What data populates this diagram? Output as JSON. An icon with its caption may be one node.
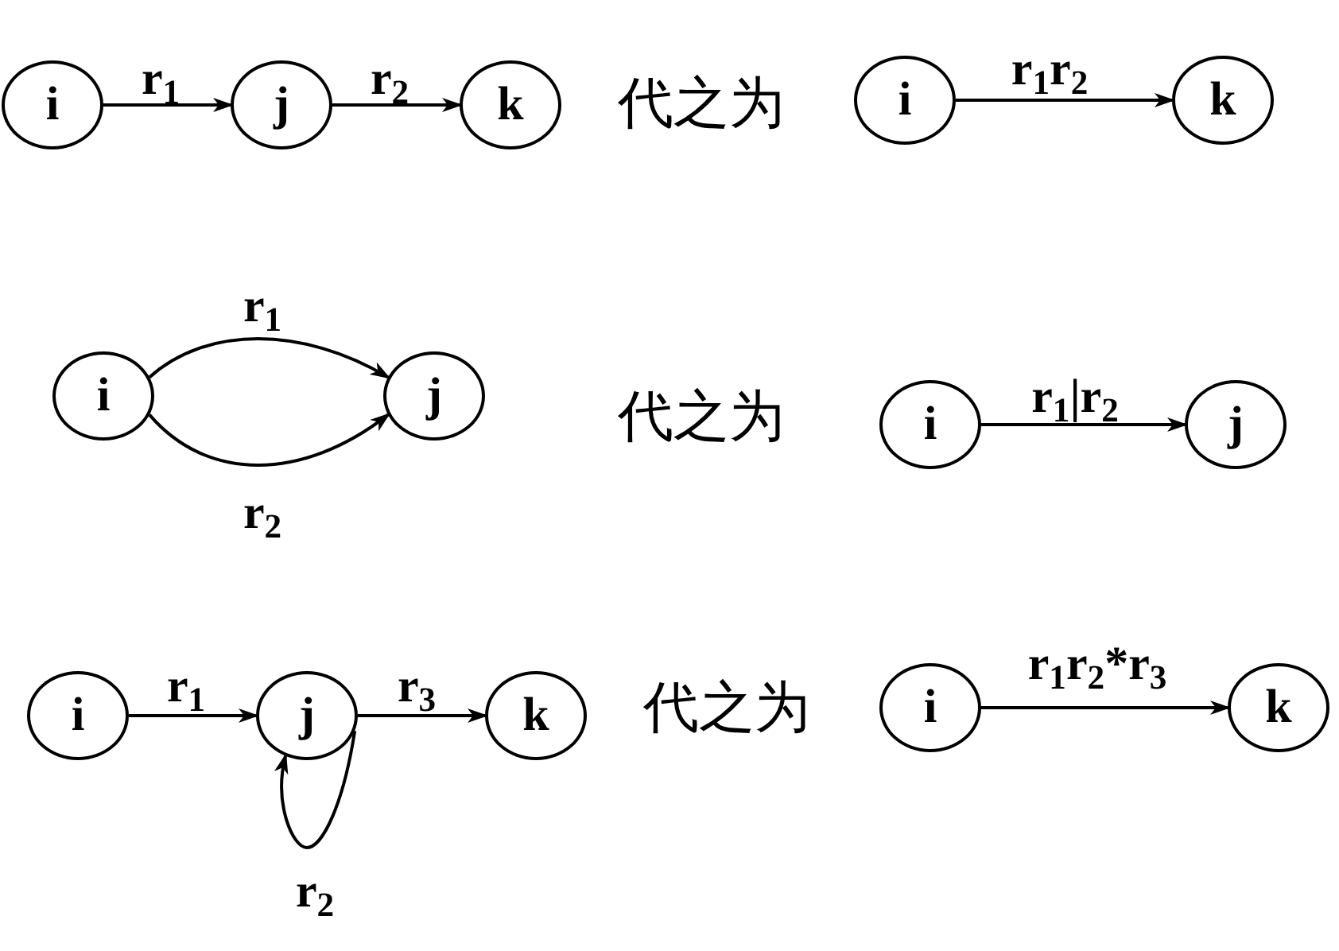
{
  "diagram": {
    "nodes": [
      {
        "text": [
          "i"
        ]
      },
      {
        "text": [
          "j"
        ]
      },
      {
        "text": [
          "k"
        ]
      },
      {
        "text": [
          "i"
        ]
      },
      {
        "text": [
          "k"
        ]
      },
      {
        "text": [
          "i"
        ]
      },
      {
        "text": [
          "j"
        ]
      },
      {
        "text": [
          "i"
        ]
      },
      {
        "text": [
          "j"
        ]
      },
      {
        "text": [
          "i"
        ]
      },
      {
        "text": [
          "j"
        ]
      },
      {
        "text": [
          "k"
        ]
      },
      {
        "text": [
          "i"
        ]
      },
      {
        "text": [
          "k"
        ]
      }
    ],
    "edges": [
      {
        "from": 0,
        "to": 1,
        "arrow": "to",
        "label": "r$_{1}$"
      },
      {
        "from": 1,
        "to": 2,
        "arrow": "to",
        "label": "r$_{2}$"
      },
      {
        "from": 3,
        "to": 4,
        "arrow": "to",
        "label": "r$_{1}$r$_{2}$"
      },
      {
        "from": 5,
        "to": 6,
        "arrow": "to",
        "label": "r$_{1}$"
      },
      {
        "from": 5,
        "to": 6,
        "arrow": "to",
        "label": "r$_{2}$"
      },
      {
        "from": 7,
        "to": 8,
        "arrow": "to",
        "label": "r$_{1}$|r$_{2}$"
      },
      {
        "from": 9,
        "to": 10,
        "arrow": "to",
        "label": "r$_{1}$"
      },
      {
        "from": 10,
        "to": 10,
        "arrow": "to",
        "label": "r$_{2}$"
      },
      {
        "from": 10,
        "to": 11,
        "arrow": "to",
        "label": "r$_{3}$"
      },
      {
        "from": 12,
        "to": 13,
        "arrow": "to",
        "label": "r$_{1}$r$_{2}$*r$_{3}$"
      }
    ],
    "labels": [
      "代之为",
      "代之为",
      "代之为"
    ]
  }
}
